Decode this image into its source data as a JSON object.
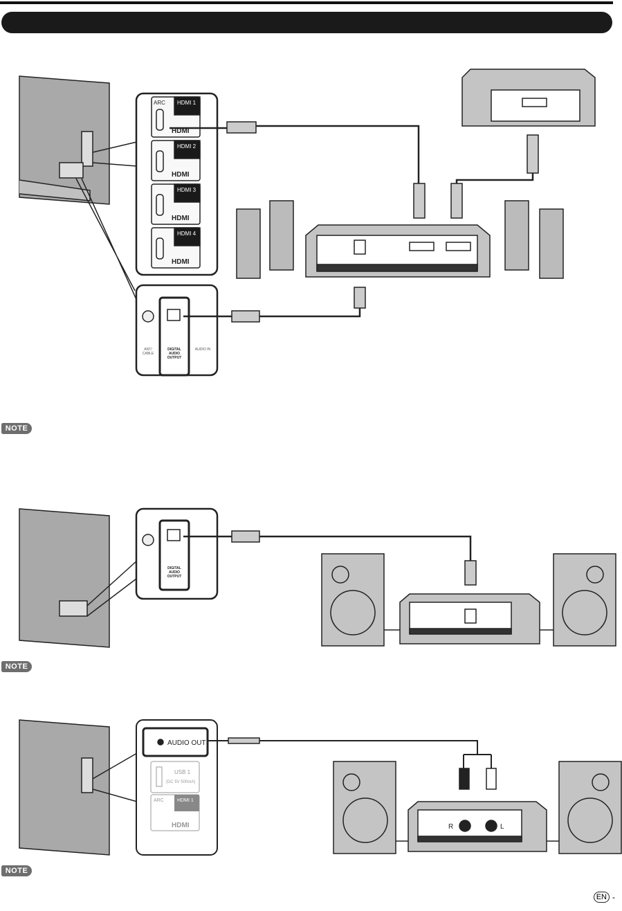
{
  "header": {
    "title": ""
  },
  "diagram1": {
    "hdmi_ports": [
      {
        "label": "HDMI 1",
        "num": "1",
        "arc": "ARC",
        "logo": "HDMI"
      },
      {
        "label": "HDMI 2",
        "num": "2",
        "logo": "HDMI"
      },
      {
        "label": "HDMI 3",
        "num": "3",
        "logo": "HDMI"
      },
      {
        "label": "HDMI 4",
        "num": "4",
        "logo": "HDMI"
      }
    ],
    "panel": {
      "ant": "ANT/\nCABLE",
      "digital": "DIGITAL AUDIO OUTPUT",
      "audio_in": "AUDIO IN"
    }
  },
  "diagram3": {
    "audio_out": "AUDIO OUT",
    "usb": "USB 1",
    "usb_spec": "(DC 5V  500mA)",
    "arc": "ARC",
    "hdmi1": "HDMI 1",
    "logo": "HDMI",
    "r": "R",
    "l": "L"
  },
  "notes": [
    "NOTE",
    "NOTE",
    "NOTE"
  ],
  "footer": {
    "lang": "EN",
    "suffix": "-"
  }
}
